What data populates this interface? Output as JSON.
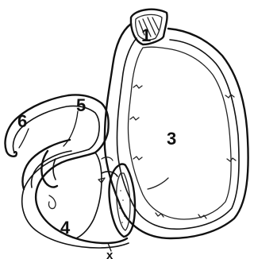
{
  "labels": {
    "label_1": "1",
    "label_3": "3",
    "label_4": "4",
    "label_5": "5",
    "label_6": "6",
    "label_x": "x"
  },
  "colors": {
    "ink": "#111111",
    "background": "#ffffff"
  }
}
